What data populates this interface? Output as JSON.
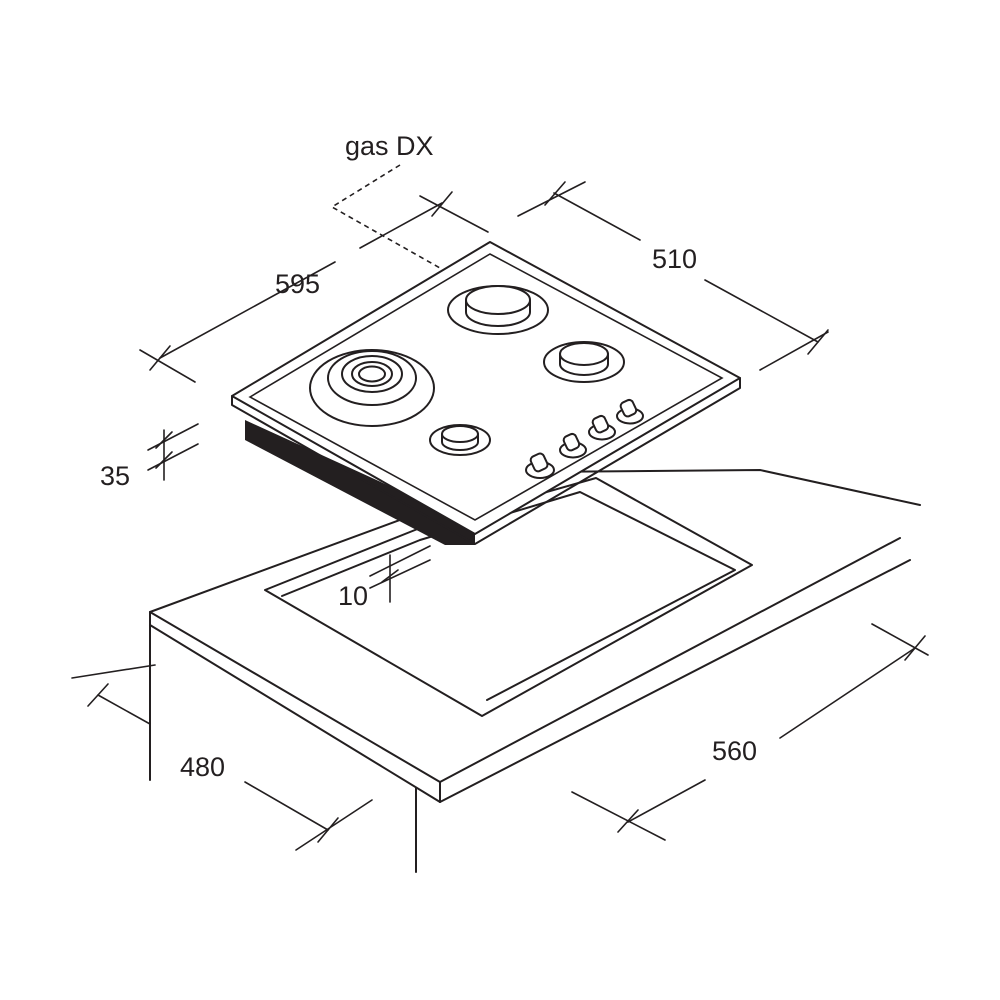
{
  "labels": {
    "gas_side": "gas DX",
    "hob_width": "595",
    "hob_depth": "510",
    "hob_height": "35",
    "flange": "10",
    "cutout_depth": "480",
    "cutout_width": "560"
  },
  "colors": {
    "line": "#231f20",
    "background": "#ffffff"
  }
}
